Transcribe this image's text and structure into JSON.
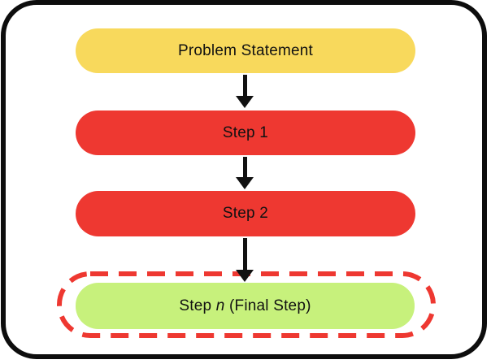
{
  "flowchart": {
    "type": "flowchart",
    "direction": "top-down",
    "nodes": [
      {
        "id": "problem-statement",
        "label": "Problem Statement",
        "shape": "rounded-pill",
        "fill": "#f8d95c"
      },
      {
        "id": "step-1",
        "label": "Step 1",
        "shape": "rounded-pill",
        "fill": "#ee3831"
      },
      {
        "id": "step-2",
        "label": "Step 2",
        "shape": "rounded-pill",
        "fill": "#ee3831"
      },
      {
        "id": "final-step",
        "label": "Step n (Final Step)",
        "label_prefix": "Step ",
        "label_variable": "n",
        "label_suffix": " (Final Step)",
        "shape": "rounded-pill",
        "fill": "#c7f17c",
        "emphasis": {
          "style": "dashed-rounded-border",
          "color": "#ee3831"
        }
      }
    ],
    "edges": [
      {
        "from": "problem-statement",
        "to": "step-1",
        "style": "arrow-down"
      },
      {
        "from": "step-1",
        "to": "step-2",
        "style": "arrow-down"
      },
      {
        "from": "step-2",
        "to": "final-step",
        "style": "arrow-down"
      }
    ],
    "colors": {
      "canvas_background": "#ffffff",
      "frame_border": "#0d0d0d",
      "node_yellow": "#f8d95c",
      "node_red": "#ee3831",
      "node_green": "#c7f17c",
      "highlight_dashed_red": "#ee3831",
      "arrow_black": "#111111",
      "text_black": "#111111"
    }
  }
}
